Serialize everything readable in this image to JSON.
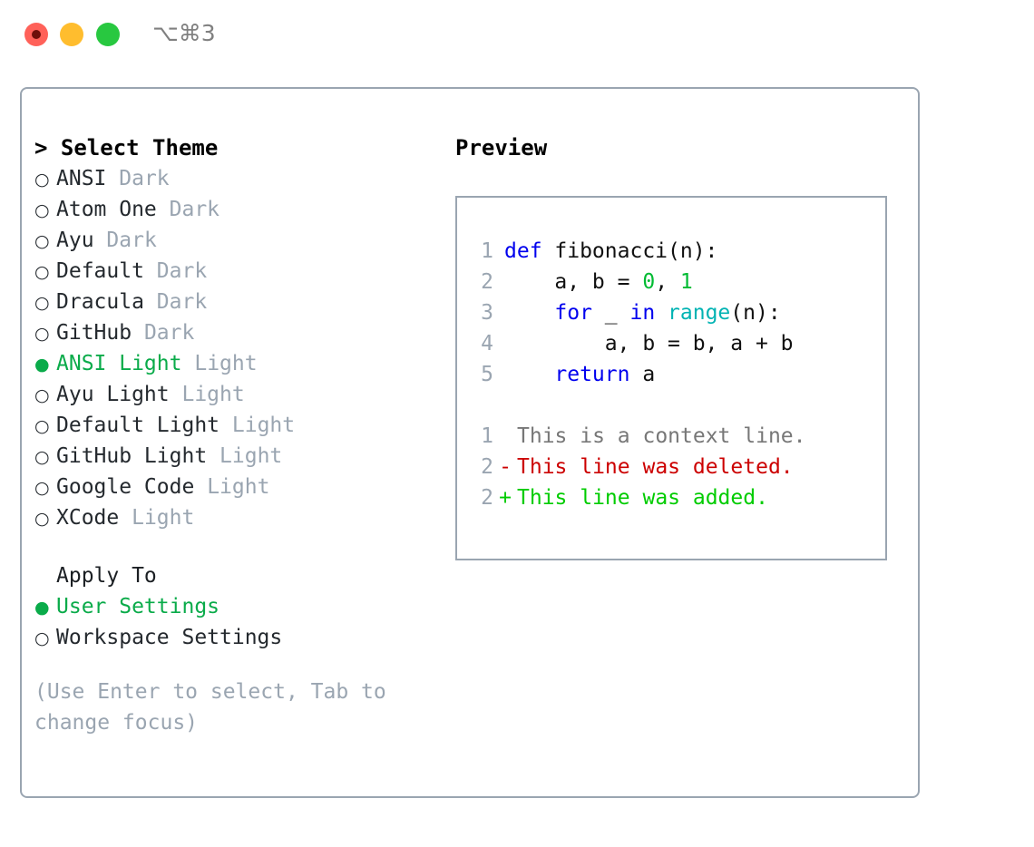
{
  "window": {
    "traffic_lights": [
      "close-red",
      "minimize-yellow",
      "maximize-green"
    ],
    "shortcut_label": "⌥⌘3"
  },
  "theme_panel": {
    "header": "> Select Theme",
    "items": [
      {
        "marker": "○",
        "name": "ANSI",
        "kind": "Dark",
        "selected": false
      },
      {
        "marker": "○",
        "name": "Atom One",
        "kind": "Dark",
        "selected": false
      },
      {
        "marker": "○",
        "name": "Ayu",
        "kind": "Dark",
        "selected": false
      },
      {
        "marker": "○",
        "name": "Default",
        "kind": "Dark",
        "selected": false
      },
      {
        "marker": "○",
        "name": "Dracula",
        "kind": "Dark",
        "selected": false
      },
      {
        "marker": "○",
        "name": "GitHub",
        "kind": "Dark",
        "selected": false
      },
      {
        "marker": "●",
        "name": "ANSI Light",
        "kind": "Light",
        "selected": true
      },
      {
        "marker": "○",
        "name": "Ayu Light",
        "kind": "Light",
        "selected": false
      },
      {
        "marker": "○",
        "name": "Default Light",
        "kind": "Light",
        "selected": false
      },
      {
        "marker": "○",
        "name": "GitHub Light",
        "kind": "Light",
        "selected": false
      },
      {
        "marker": "○",
        "name": "Google Code",
        "kind": "Light",
        "selected": false
      },
      {
        "marker": "○",
        "name": "XCode",
        "kind": "Light",
        "selected": false
      }
    ]
  },
  "apply_to": {
    "header": "Apply To",
    "options": [
      {
        "marker": "●",
        "label": "User Settings",
        "selected": true
      },
      {
        "marker": "○",
        "label": "Workspace Settings",
        "selected": false
      }
    ]
  },
  "hint": "(Use Enter to select, Tab to change focus)",
  "preview": {
    "title": "Preview",
    "code_lines": [
      {
        "num": "1",
        "tokens": [
          {
            "text": "def ",
            "type": "kw"
          },
          {
            "text": "fibonacci(n):",
            "type": "plain"
          }
        ]
      },
      {
        "num": "2",
        "tokens": [
          {
            "text": "    a, b = ",
            "type": "plain"
          },
          {
            "text": "0",
            "type": "num"
          },
          {
            "text": ", ",
            "type": "plain"
          },
          {
            "text": "1",
            "type": "num"
          }
        ]
      },
      {
        "num": "3",
        "tokens": [
          {
            "text": "    ",
            "type": "plain"
          },
          {
            "text": "for",
            "type": "kw"
          },
          {
            "text": " _ ",
            "type": "plain"
          },
          {
            "text": "in",
            "type": "kw"
          },
          {
            "text": " ",
            "type": "plain"
          },
          {
            "text": "range",
            "type": "builtin"
          },
          {
            "text": "(n):",
            "type": "plain"
          }
        ]
      },
      {
        "num": "4",
        "tokens": [
          {
            "text": "        a, b = b, a + b",
            "type": "plain"
          }
        ]
      },
      {
        "num": "5",
        "tokens": [
          {
            "text": "    ",
            "type": "plain"
          },
          {
            "text": "return",
            "type": "kw"
          },
          {
            "text": " a",
            "type": "plain"
          }
        ]
      }
    ],
    "diff_lines": [
      {
        "num": "1",
        "marker": " ",
        "text": "This is a context line.",
        "kind": "context"
      },
      {
        "num": "2",
        "marker": "-",
        "text": "This line was deleted.",
        "kind": "del"
      },
      {
        "num": "2",
        "marker": "+",
        "text": "This line was added.",
        "kind": "add"
      }
    ]
  },
  "colors": {
    "accent_green": "#0aab4a",
    "border_gray": "#9aa5b1",
    "muted_text": "#9aa5b1",
    "keyword_blue": "#0000ee",
    "builtin_cyan": "#00b3b3",
    "number_green": "#00bb33",
    "diff_add_green": "#00cc00",
    "diff_del_red": "#cc0000",
    "traffic_red": "#ff6159",
    "traffic_yellow": "#ffbd2e",
    "traffic_green": "#28c840"
  }
}
